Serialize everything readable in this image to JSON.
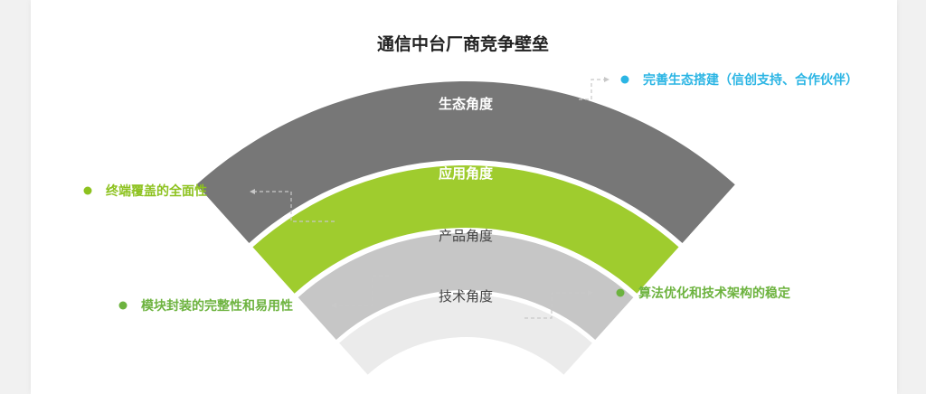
{
  "title": "通信中台厂商竞争壁垒",
  "layers": [
    {
      "label": "生态角度",
      "color": "#777777"
    },
    {
      "label": "应用角度",
      "color": "#9fcc2e"
    },
    {
      "label": "产品角度",
      "color": "#c6c6c6"
    },
    {
      "label": "技术角度",
      "color": "#ebebeb"
    }
  ],
  "annotations": [
    {
      "text": "完善生态搭建（信创支持、合作伙伴）",
      "color": "#2bb5e4"
    },
    {
      "text": "终端覆盖的全面性",
      "color": "#8dc21f"
    },
    {
      "text": "模块封装的完整性和易用性",
      "color": "#6db33f"
    },
    {
      "text": "算法优化和技术架构的稳定",
      "color": "#6db33f"
    }
  ]
}
